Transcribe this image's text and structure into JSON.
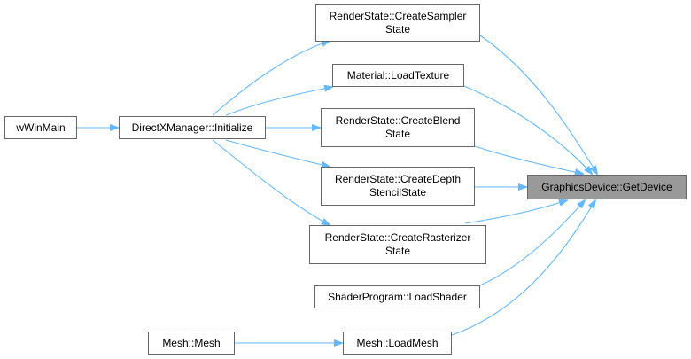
{
  "graph": {
    "edge_color": "#63b8ff",
    "target_fill": "#999999",
    "node_border": "#666666",
    "nodes": {
      "wwinmain": "wWinMain",
      "initialize": "DirectXManager::Initialize",
      "create_sampler_state": "RenderState::CreateSampler\nState",
      "load_texture": "Material::LoadTexture",
      "create_blend_state": "RenderState::CreateBlend\nState",
      "create_depth_stencil_state": "RenderState::CreateDepth\nStencilState",
      "create_rasterizer_state": "RenderState::CreateRasterizer\nState",
      "load_shader": "ShaderProgram::LoadShader",
      "mesh_ctor": "Mesh::Mesh",
      "load_mesh": "Mesh::LoadMesh",
      "get_device": "GraphicsDevice::GetDevice"
    }
  }
}
